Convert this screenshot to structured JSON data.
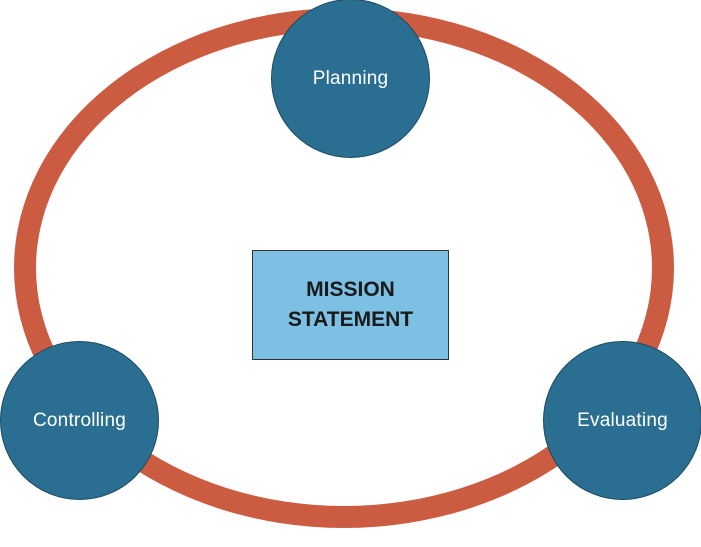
{
  "diagram": {
    "type": "cycle-diagram",
    "colors": {
      "ring": "#cc5c41",
      "node_fill": "#2a6f91",
      "node_stroke": "#1c4a60",
      "center_fill": "#7cc1e4",
      "center_stroke": "#333333",
      "node_text": "#ffffff",
      "center_text": "#1a1a1a",
      "background": "#ffffff"
    },
    "center": {
      "line1": "MISSION",
      "line2": "STATEMENT"
    },
    "nodes": [
      {
        "label": "Planning",
        "position": "top"
      },
      {
        "label": "Evaluating",
        "position": "bottom-right"
      },
      {
        "label": "Controlling",
        "position": "bottom-left"
      }
    ]
  }
}
